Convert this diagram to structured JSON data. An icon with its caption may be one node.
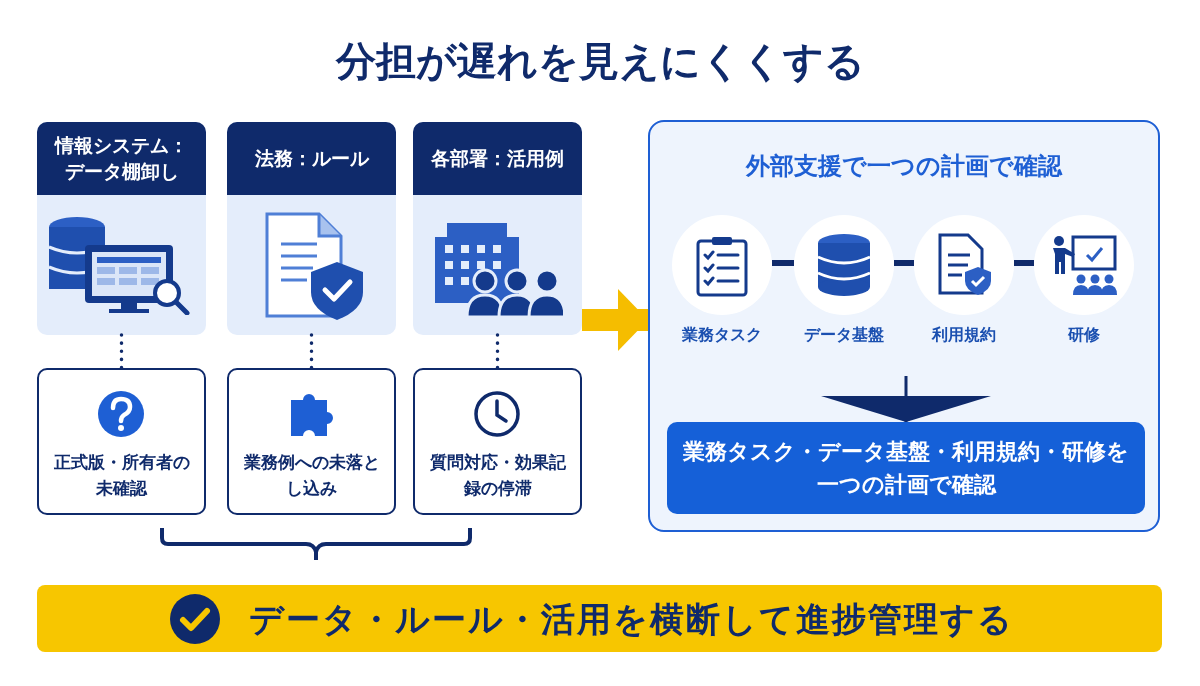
{
  "diagram": {
    "title": "分担が遅れを見えにくくする",
    "nodes": [
      {
        "text": [
          "情報システム：データ棚卸し"
        ]
      },
      {
        "text": [
          "法務：ルール"
        ]
      },
      {
        "text": [
          "各部署：活用例"
        ]
      },
      {
        "text": [
          "正式版・所有者の未確認"
        ]
      },
      {
        "text": [
          "業務例への未落とし込み"
        ]
      },
      {
        "text": [
          "質問対応・効果記録の停滞"
        ]
      },
      {
        "text": [
          "データ・ルール・活用を横断して進捗管理する"
        ]
      },
      {
        "text": [
          "外部支援で一つの計画で確認"
        ]
      },
      {
        "text": [
          "業務タスク"
        ],
        "in": 7
      },
      {
        "text": [
          "データ基盤"
        ],
        "in": 7
      },
      {
        "text": [
          "利用規約"
        ],
        "in": 7
      },
      {
        "text": [
          "研修"
        ],
        "in": 7
      },
      {
        "text": [
          "業務タスク・データ基盤・利用規約・研修を一つの計画で確認"
        ],
        "in": 7
      }
    ],
    "edges": [
      {
        "from": 0,
        "to": 3,
        "arrow": "none",
        "style": "dashed"
      },
      {
        "from": 1,
        "to": 4,
        "arrow": "none",
        "style": "dashed"
      },
      {
        "from": 2,
        "to": 5,
        "arrow": "none",
        "style": "dashed"
      },
      {
        "from": 2,
        "to": 7,
        "arrow": "to",
        "style": "thick",
        "color": "#f5bd00"
      },
      {
        "from": 8,
        "to": 9,
        "arrow": "none"
      },
      {
        "from": 9,
        "to": 10,
        "arrow": "none"
      },
      {
        "from": 10,
        "to": 11,
        "arrow": "none"
      },
      {
        "from": null,
        "to": 12,
        "arrow": "to"
      }
    ]
  }
}
